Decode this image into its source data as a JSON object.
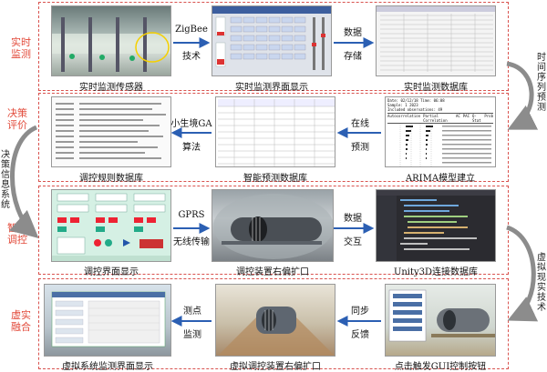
{
  "sections": [
    {
      "label_lines": [
        "实时",
        "监测"
      ]
    },
    {
      "label_lines": [
        "决策",
        "评价"
      ]
    },
    {
      "label_lines": [
        "智能",
        "调控"
      ]
    },
    {
      "label_lines": [
        "虚实",
        "融合"
      ]
    }
  ],
  "left_vertical": "决策信息系统",
  "right_vertical_top": "时间序列预测",
  "right_vertical_bottom": "虚拟现实技术",
  "row1": {
    "captions": [
      "实时监测传感器",
      "实时监测界面显示",
      "实时监测数据库"
    ],
    "arrow1": [
      "ZigBee",
      "技术"
    ],
    "arrow2": [
      "数据",
      "存储"
    ]
  },
  "row2": {
    "captions": [
      "调控规则数据库",
      "智能预测数据库",
      "ARIMA模型建立"
    ],
    "arrow1": [
      "小生境GA",
      "算法"
    ],
    "arrow2": [
      "在线",
      "预测"
    ],
    "arima_header": [
      "Date: 02/12/18   Time: 06:08",
      "Sample: 1 2023",
      "Included observations: 49"
    ],
    "arima_cols": [
      "Autocorrelation",
      "Partial Correlation",
      "AC",
      "PAC",
      "Q-Stat",
      "Prob"
    ]
  },
  "row3": {
    "captions": [
      "调控界面显示",
      "调控装置右偏扩口",
      "Unity3D连接数据库"
    ],
    "arrow1": [
      "GPRS",
      "无线传输"
    ],
    "arrow2": [
      "数据",
      "交互"
    ]
  },
  "row4": {
    "captions": [
      "虚拟系统监测界面显示",
      "虚拟调控装置右偏扩口",
      "点击触发GUI控制按钮"
    ],
    "arrow1": [
      "测点",
      "监测"
    ],
    "arrow2": [
      "同步",
      "反馈"
    ]
  },
  "colors": {
    "accent": "#e24a3a",
    "arrow": "#2b5fb3",
    "band": "#d9534f"
  }
}
